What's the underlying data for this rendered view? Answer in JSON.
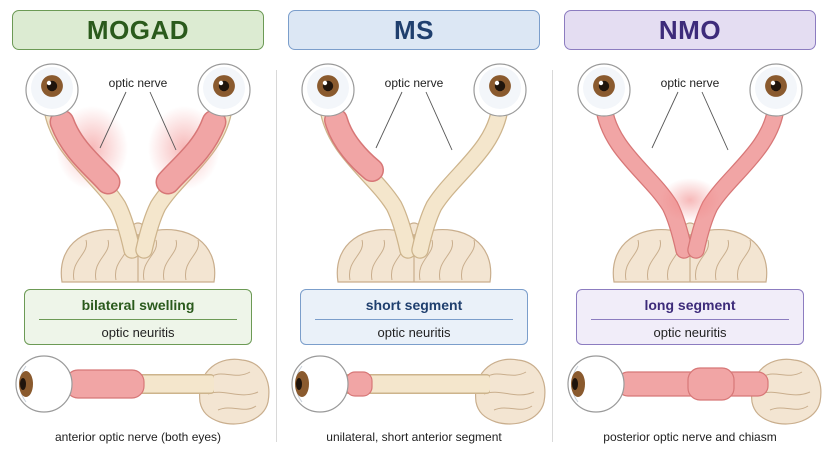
{
  "panels": [
    {
      "title": "MOGAD",
      "nerve_label": "optic nerve",
      "box_title": "bilateral swelling",
      "box_subtitle": "optic neuritis",
      "caption": "anterior optic nerve (both eyes)",
      "colors": {
        "header_bg": "#dcebd2",
        "header_border": "#6c9a55",
        "header_text": "#2a5a1c",
        "box_bg": "#eef5e9",
        "box_border": "#6c9a55",
        "box_title": "#2a5a1c"
      }
    },
    {
      "title": "MS",
      "nerve_label": "optic nerve",
      "box_title": "short segment",
      "box_subtitle": "optic neuritis",
      "caption": "unilateral, short anterior segment",
      "colors": {
        "header_bg": "#dce7f4",
        "header_border": "#7b9ecb",
        "header_text": "#1f3f6e",
        "box_bg": "#eaf1f9",
        "box_border": "#7b9ecb",
        "box_title": "#1f3f6e"
      }
    },
    {
      "title": "NMO",
      "nerve_label": "optic nerve",
      "box_title": "long segment",
      "box_subtitle": "optic neuritis",
      "caption": "posterior optic nerve and chiasm",
      "colors": {
        "header_bg": "#e4ddf2",
        "header_border": "#8c7cc0",
        "header_text": "#3d2b7a",
        "box_bg": "#f1edf9",
        "box_border": "#8c7cc0",
        "box_title": "#3d2b7a"
      }
    }
  ],
  "colors": {
    "nerve": "#f4e6cc",
    "nerve_outline": "#cdb48c",
    "inflamed": "#f1a5a5",
    "inflamed_outline": "#d77777",
    "brain": "#f3e5d2",
    "brain_outline": "#c9ae8d",
    "iris": "#8a5a2e"
  },
  "icons": [
    "eyeball-icon",
    "brain-icon",
    "optic-nerve-icon"
  ]
}
